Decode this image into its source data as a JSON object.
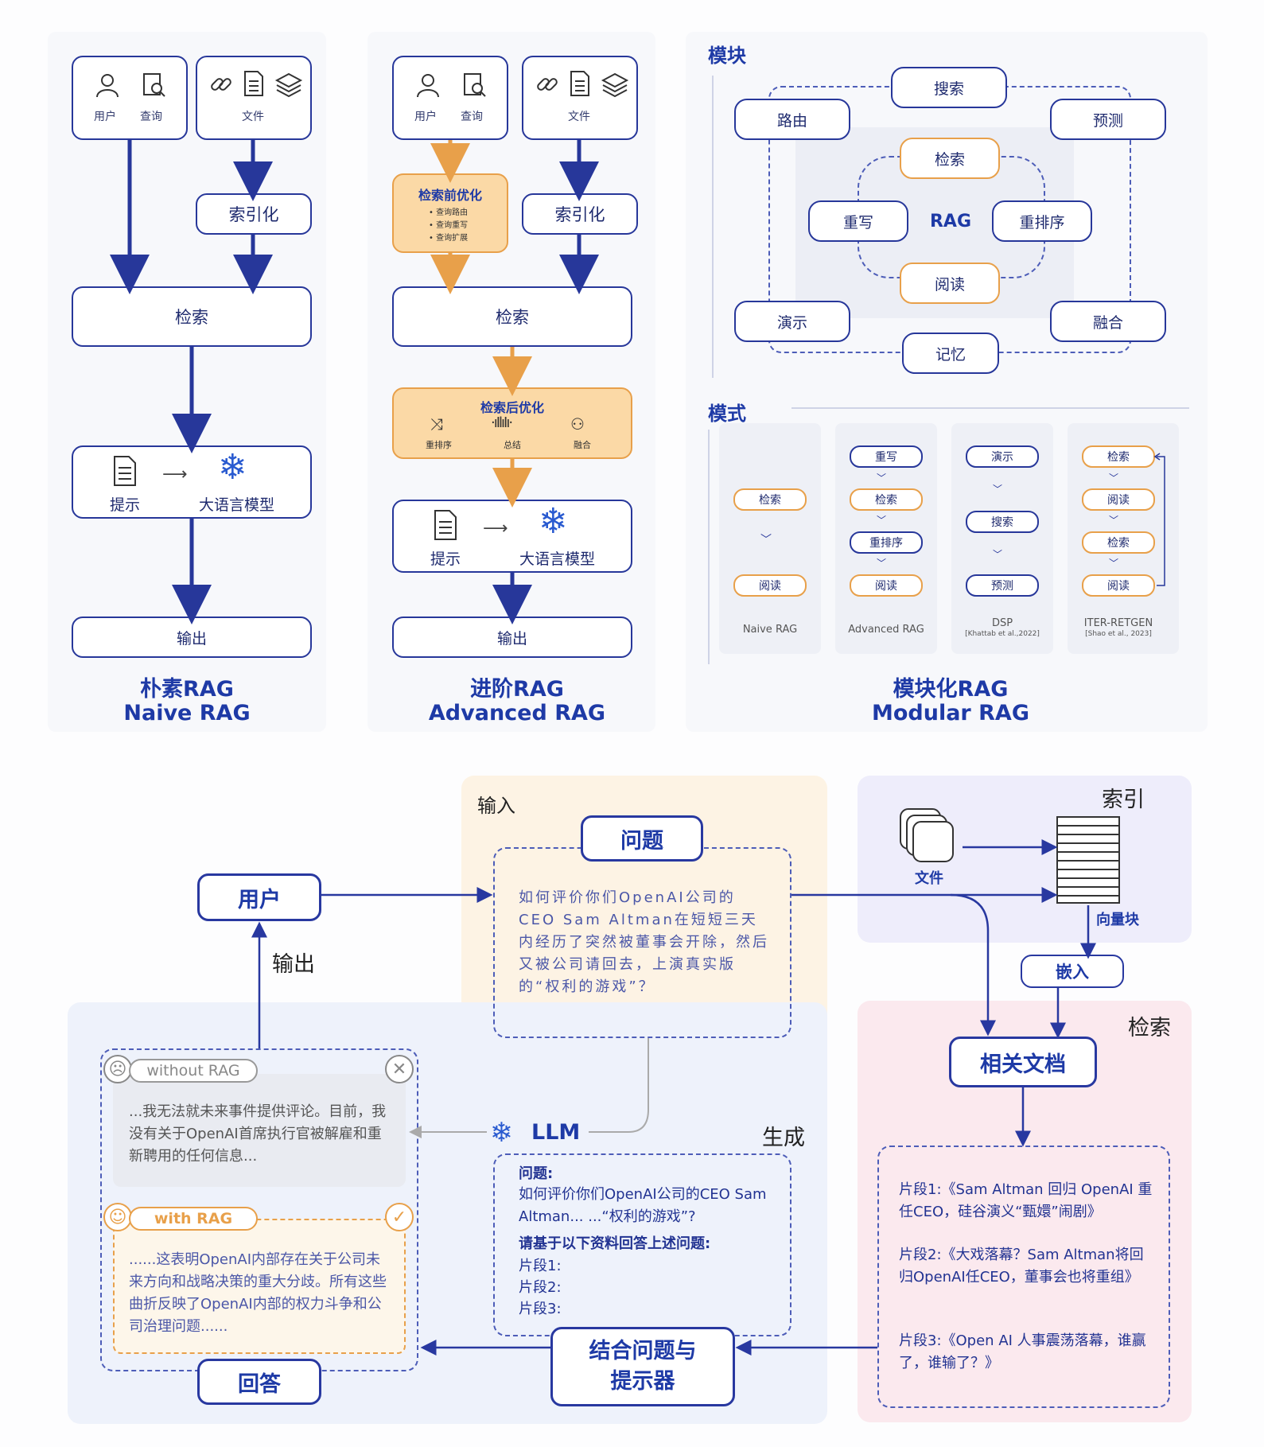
{
  "naive": {
    "user": "用户",
    "query": "查询",
    "docs": "文件",
    "indexing": "索引化",
    "retrieval": "检索",
    "prompt": "提示",
    "llm": "大语言模型",
    "output": "输出",
    "title_cn": "朴素RAG",
    "title_en": "Naive RAG"
  },
  "advanced": {
    "user": "用户",
    "query": "查询",
    "docs": "文件",
    "indexing": "索引化",
    "pre_title": "检索前优化",
    "pre_items": [
      "• 查询路由",
      "• 查询重写",
      "• 查询扩展"
    ],
    "retrieval": "检索",
    "post_title": "检索后优化",
    "post_items": [
      "重排序",
      "总结",
      "融合"
    ],
    "prompt": "提示",
    "llm": "大语言模型",
    "output": "输出",
    "title_cn": "进阶RAG",
    "title_en": "Advanced RAG"
  },
  "modular": {
    "modules_label": "模块",
    "outer": {
      "search": "搜索",
      "routing": "路由",
      "predict": "预测",
      "demo": "演示",
      "fusion": "融合",
      "memory": "记忆"
    },
    "inner": {
      "retrieve": "检索",
      "rewrite": "重写",
      "center": "RAG",
      "rerank": "重排序",
      "read": "阅读"
    },
    "patterns_label": "模式",
    "patterns": [
      {
        "steps": [
          "检索",
          "阅读"
        ],
        "name": "Naive RAG",
        "cite": ""
      },
      {
        "steps": [
          "重写",
          "检索",
          "重排序",
          "阅读"
        ],
        "name": "Advanced RAG",
        "cite": ""
      },
      {
        "steps": [
          "演示",
          "搜索",
          "预测"
        ],
        "name": "DSP",
        "cite": "[Khattab et al.,2022]"
      },
      {
        "steps": [
          "检索",
          "阅读",
          "检索",
          "阅读"
        ],
        "name": "ITER-RETGEN",
        "cite": "[Shao et al., 2023]"
      }
    ],
    "title_cn": "模块化RAG",
    "title_en": "Modular RAG"
  },
  "flow": {
    "input_label": "输入",
    "question_btn": "问题",
    "question_text": "如何评价你们OpenAI公司的CEO Sam Altman在短短三天内经历了突然被董事会开除，然后又被公司请回去，上演真实版的“权利的游戏”？",
    "user_btn": "用户",
    "output_label": "输出",
    "index_label": "索引",
    "docs_label": "文件",
    "vector_label": "向量块",
    "embed_btn": "嵌入",
    "retrieval_label": "检索",
    "relevant_btn": "相关文档",
    "chunks": [
      "片段1:《Sam Altman 回归 OpenAI 重任CEO，硅谷演义“甄嬛”闹剧》",
      "片段2:《大戏落幕？Sam Altman将回归OpenAI任CEO，董事会也将重组》",
      "片段3:《Open AI 人事震荡落幕，谁赢了，谁输了？》"
    ],
    "generation_label": "生成",
    "llm_label": "LLM",
    "prompt_q_head": "问题:",
    "prompt_q_text": "如何评价你们OpenAI公司的CEO Sam Altman... ...“权利的游戏”?",
    "prompt_instr": "请基于以下资料回答上述问题:",
    "prompt_chunks": [
      "片段1:",
      "片段2:",
      "片段3:"
    ],
    "combine_btn_1": "结合问题与",
    "combine_btn_2": "提示器",
    "without_tag": "without RAG",
    "without_text": "...我无法就未来事件提供评论。目前，我没有关于OpenAI首席执行官被解雇和重新聘用的任何信息...",
    "with_tag": "with RAG",
    "with_text": "......这表明OpenAI内部存在关于公司未来方向和战略决策的重大分歧。所有这些曲折反映了OpenAI内部的权力斗争和公司治理问题......",
    "answer_btn": "回答"
  },
  "colors": {
    "navy": "#27379a",
    "orange": "#e8a04a",
    "orange_fill": "#fbd9a6",
    "input_bg": "#fdf3e4",
    "index_bg": "#eeedfb",
    "retrieval_bg": "#fbe9ee",
    "gen_bg": "#eef2fb"
  }
}
